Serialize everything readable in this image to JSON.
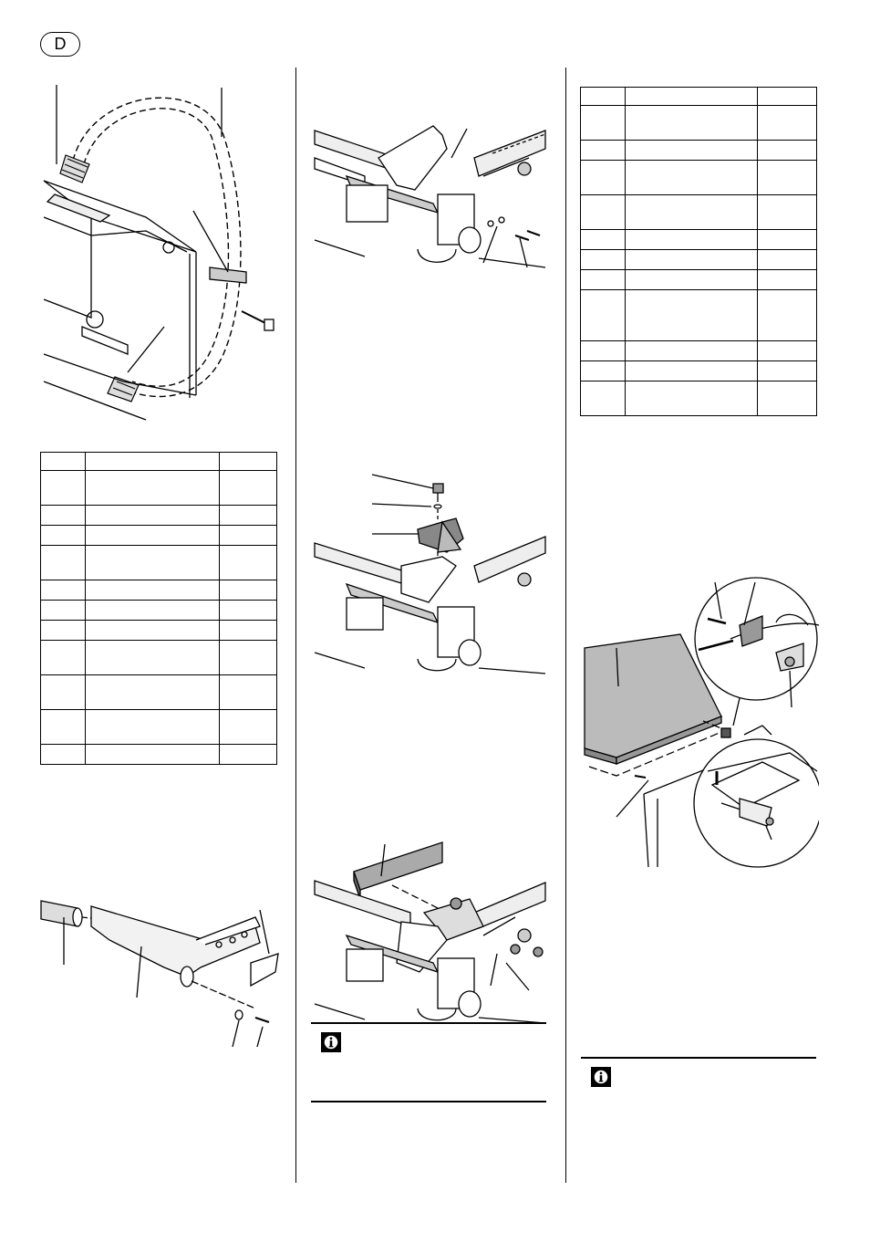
{
  "page": {
    "language_badge": "D"
  },
  "icons": {
    "info": "info-icon"
  },
  "tables": {
    "left_row_heights": [
      20,
      38,
      22,
      22,
      38,
      22,
      22,
      22,
      38,
      38,
      38,
      22
    ],
    "right_row_heights": [
      20,
      38,
      22,
      38,
      38,
      22,
      22,
      22,
      56,
      22,
      22,
      38
    ]
  }
}
